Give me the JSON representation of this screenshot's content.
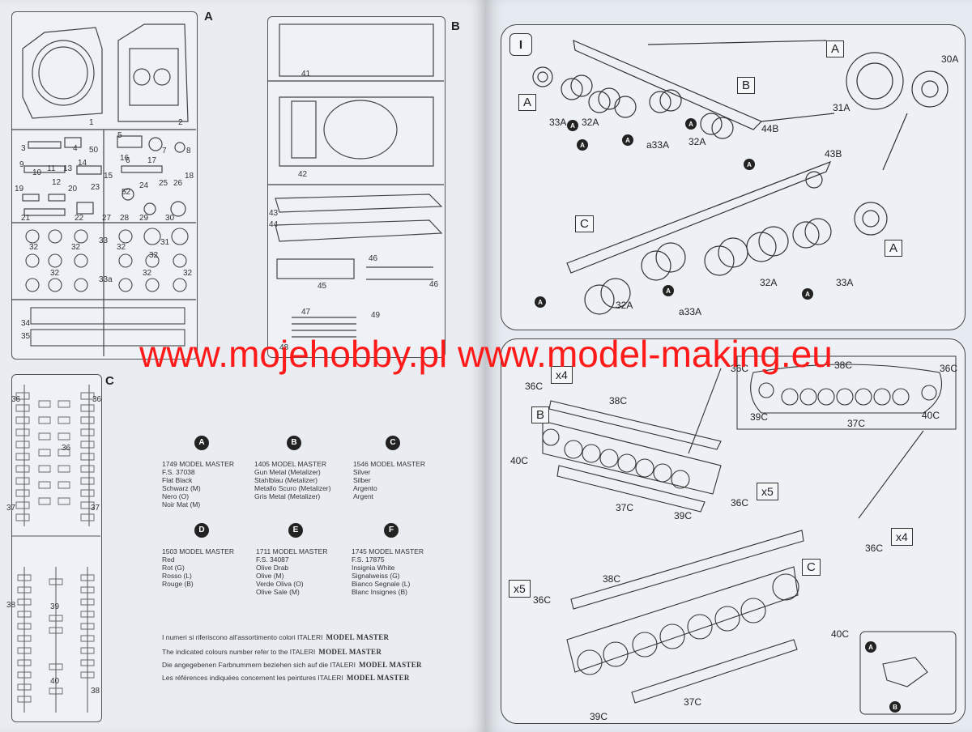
{
  "sprue_a": {
    "letter": "A",
    "parts": [
      "1",
      "2",
      "3",
      "4",
      "5",
      "6",
      "7",
      "8",
      "9",
      "10",
      "11",
      "12",
      "13",
      "14",
      "15",
      "16",
      "17",
      "18",
      "19",
      "20",
      "21",
      "22",
      "23",
      "24",
      "25",
      "26",
      "27",
      "28",
      "29",
      "30",
      "31",
      "32",
      "33",
      "33a",
      "34",
      "35",
      "50",
      "52"
    ]
  },
  "sprue_b": {
    "letter": "B",
    "parts": [
      "41",
      "42",
      "43",
      "44",
      "45",
      "46",
      "46",
      "47",
      "48",
      "49"
    ]
  },
  "sprue_c": {
    "letter": "C",
    "parts": [
      "36",
      "36",
      "36",
      "37",
      "37",
      "38",
      "38",
      "39",
      "40"
    ]
  },
  "paints": [
    {
      "code": "A",
      "lines": [
        "1749 MODEL MASTER",
        "F.S. 37038",
        "Flat Black",
        "Schwarz (M)",
        "Nero (O)",
        "Noir Mat (M)"
      ]
    },
    {
      "code": "B",
      "lines": [
        "1405 MODEL MASTER",
        "Gun Metal (Metalizer)",
        "Stahlblau (Metalizer)",
        "Metallo Scuro (Metalizer)",
        "Gris Metal (Metalizer)"
      ]
    },
    {
      "code": "C",
      "lines": [
        "1546 MODEL MASTER",
        "Silver",
        "Silber",
        "Argento",
        "Argent"
      ]
    },
    {
      "code": "D",
      "lines": [
        "1503 MODEL MASTER",
        "Red",
        "Rot (G)",
        "Rosso (L)",
        "Rouge (B)"
      ]
    },
    {
      "code": "E",
      "lines": [
        "1711 MODEL MASTER",
        "F.S. 34087",
        "Olive Drab",
        "Olive (M)",
        "Verde Oliva (O)",
        "Olive Sale (M)"
      ]
    },
    {
      "code": "F",
      "lines": [
        "1745 MODEL MASTER",
        "F.S. 17875",
        "Insignia White",
        "Signalweiss (G)",
        "Bianco Segnale (L)",
        "Blanc Insignes (B)"
      ]
    }
  ],
  "notes": [
    "I numeri si riferiscono all'assortimento colori ITALERI",
    "The indicated colours number refer to the ITALERI",
    "Die angegebenen Farbnummern beziehen sich auf die ITALERI",
    "Les références indiquées concernent les peintures ITALERI"
  ],
  "brand": "MODEL MASTER",
  "watermark": "www.mojehobby.pl www.model-making.eu",
  "step1": {
    "number": "I",
    "labels": {
      "A_top": "A",
      "A_left": "A",
      "A_right": "A",
      "B": "B",
      "C": "C",
      "p30A": "30A",
      "p31A": "31A",
      "p33A_1": "33A",
      "p32A_1": "32A",
      "a33A_1": "a33A",
      "p32A_2": "32A",
      "p44B": "44B",
      "p43B": "43B",
      "p32A_3": "32A",
      "p33A_2": "33A",
      "p32A_4": "32A",
      "a33A_2": "a33A"
    },
    "badge": "A"
  },
  "step2": {
    "labels": {
      "x4_1": "x4",
      "x5_1": "x5",
      "x4_2": "x4",
      "x5_2": "x5",
      "B": "B",
      "C": "C",
      "p36C_1": "36C",
      "p38C_1": "38C",
      "p40C_1": "40C",
      "p37C_1": "37C",
      "p39C_1": "39C",
      "p36C_2": "36C",
      "p36C_3": "36C",
      "p38C_top": "38C",
      "p36C_top": "36C",
      "p39C_top": "39C",
      "p37C_top": "37C",
      "p40C_top": "40C",
      "p36C_4": "36C",
      "p38C_2": "38C",
      "p36C_5": "36C",
      "p40C_2": "40C",
      "p37C_2": "37C",
      "p39C_2": "39C"
    },
    "detail_badges": [
      "A",
      "B"
    ]
  }
}
